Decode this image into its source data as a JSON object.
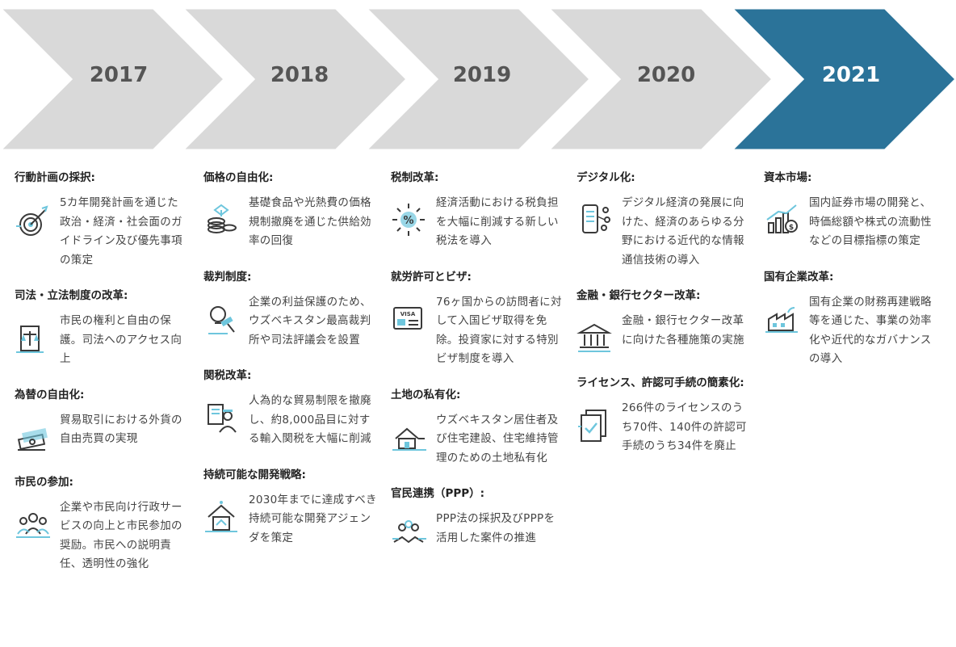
{
  "colors": {
    "arrow_gray": "#d9d9d9",
    "arrow_active": "#2b7399",
    "accent_light": "#6ec6dd",
    "icon_dark": "#3a3a3a"
  },
  "timeline": [
    "2017",
    "2018",
    "2019",
    "2020",
    "2021"
  ],
  "columns": [
    {
      "year": "2017",
      "items": [
        {
          "title": "行動計画の採択:",
          "icon": "target-icon",
          "text": "5カ年開発計画を通じた政治・経済・社会面のガイドライン及び優先事項の策定"
        },
        {
          "title": "司法・立法制度の改革:",
          "icon": "justice-scale-icon",
          "text": "市民の権利と自由の保護。司法へのアクセス向上"
        },
        {
          "title": "為替の自由化:",
          "icon": "money-stack-icon",
          "text": "貿易取引における外貨の自由売買の実現"
        },
        {
          "title": "市民の参加:",
          "icon": "people-group-icon",
          "text": "企業や市民向け行政サービスの向上と市民参加の奨励。市民への説明責任、透明性の強化"
        }
      ]
    },
    {
      "year": "2018",
      "items": [
        {
          "title": "価格の自由化:",
          "icon": "coins-icon",
          "text": "基礎食品や光熱費の価格規制撤廃を通じた供給効率の回復"
        },
        {
          "title": "裁判制度:",
          "icon": "gavel-idea-icon",
          "text": "企業の利益保護のため、ウズベキスタン最高裁判所や司法評議会を設置"
        },
        {
          "title": "関税改革:",
          "icon": "customs-officer-icon",
          "text": "人為的な貿易制限を撤廃し、約8,000品目に対する輸入関税を大幅に削減"
        },
        {
          "title": "持続可能な開発戦略:",
          "icon": "sustainable-house-icon",
          "text": "2030年までに達成すべき持続可能な開発アジェンダを策定"
        }
      ]
    },
    {
      "year": "2019",
      "items": [
        {
          "title": "税制改革:",
          "icon": "percent-tax-icon",
          "text": "経済活動における税負担を大幅に削減する新しい税法を導入"
        },
        {
          "title": "就労許可とビザ:",
          "icon": "visa-card-icon",
          "text": "76ヶ国からの訪問者に対して入国ビザ取得を免除。投資家に対する特別ビザ制度を導入"
        },
        {
          "title": "土地の私有化:",
          "icon": "house-land-icon",
          "text": "ウズベキスタン居住者及び住宅建設、住宅維持管理のための土地私有化"
        },
        {
          "title": "官民連携（PPP）:",
          "icon": "handshake-people-icon",
          "text": "PPP法の採択及びPPPを活用した案件の推進"
        }
      ]
    },
    {
      "year": "2020",
      "items": [
        {
          "title": "デジタル化:",
          "icon": "digital-phone-icon",
          "text": "デジタル経済の発展に向けた、経済のあらゆる分野における近代的な情報通信技術の導入"
        },
        {
          "title": "金融・銀行セクター改革:",
          "icon": "bank-icon",
          "text": "金融・銀行セクター改革に向けた各種施策の実施"
        },
        {
          "title": "ライセンス、許認可手続の簡素化:",
          "icon": "checklist-document-icon",
          "text": "266件のライセンスのうち70件、140件の許認可手続のうち34件を廃止"
        }
      ]
    },
    {
      "year": "2021",
      "items": [
        {
          "title": "資本市場:",
          "icon": "growth-chart-icon",
          "text": "国内証券市場の開発と、時価総額や株式の流動性などの目標指標の策定"
        },
        {
          "title": "国有企業改革:",
          "icon": "factory-icon",
          "text": "国有企業の財務再建戦略等を通じた、事業の効率化や近代的なガバナンスの導入"
        }
      ]
    }
  ]
}
